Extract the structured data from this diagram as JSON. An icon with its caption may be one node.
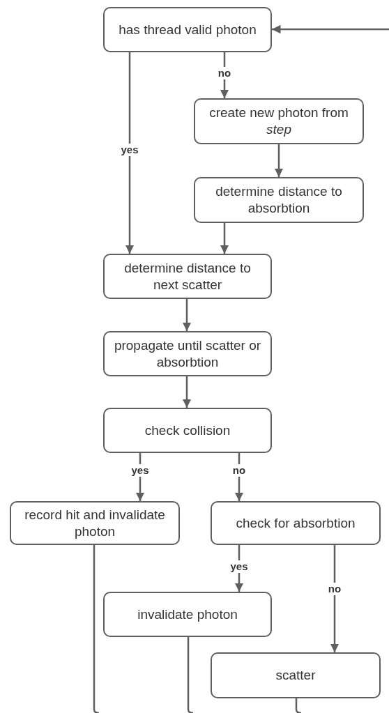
{
  "diagram": {
    "nodes": [
      {
        "text": [
          "has thread valid photon"
        ]
      },
      {
        "text": [
          "create new photon from *step*"
        ]
      },
      {
        "text": [
          "determine distance to absorbtion"
        ]
      },
      {
        "text": [
          "determine distance to next scatter"
        ]
      },
      {
        "text": [
          "propagate until scatter or absorbtion"
        ]
      },
      {
        "text": [
          "check collision"
        ]
      },
      {
        "text": [
          "record hit and invalidate photon"
        ]
      },
      {
        "text": [
          "check for absorbtion"
        ]
      },
      {
        "text": [
          "invalidate photon"
        ]
      },
      {
        "text": [
          "scatter"
        ]
      }
    ],
    "edges": [
      {
        "from": 0,
        "to": 3,
        "arrow": "to",
        "label": "yes"
      },
      {
        "from": 0,
        "to": 1,
        "arrow": "to",
        "label": "no"
      },
      {
        "from": 1,
        "to": 2,
        "arrow": "to"
      },
      {
        "from": 2,
        "to": 3,
        "arrow": "to"
      },
      {
        "from": 3,
        "to": 4,
        "arrow": "to"
      },
      {
        "from": 4,
        "to": 5,
        "arrow": "to"
      },
      {
        "from": 5,
        "to": 6,
        "arrow": "to",
        "label": "yes"
      },
      {
        "from": 5,
        "to": 7,
        "arrow": "to",
        "label": "no"
      },
      {
        "from": 7,
        "to": 8,
        "arrow": "to",
        "label": "yes"
      },
      {
        "from": 7,
        "to": 9,
        "arrow": "to",
        "label": "no"
      },
      {
        "from": null,
        "to": 0,
        "arrow": "to"
      },
      {
        "from": 6,
        "to": null,
        "arrow": "none"
      },
      {
        "from": 8,
        "to": null,
        "arrow": "none"
      },
      {
        "from": 9,
        "to": null,
        "arrow": "none"
      }
    ]
  }
}
